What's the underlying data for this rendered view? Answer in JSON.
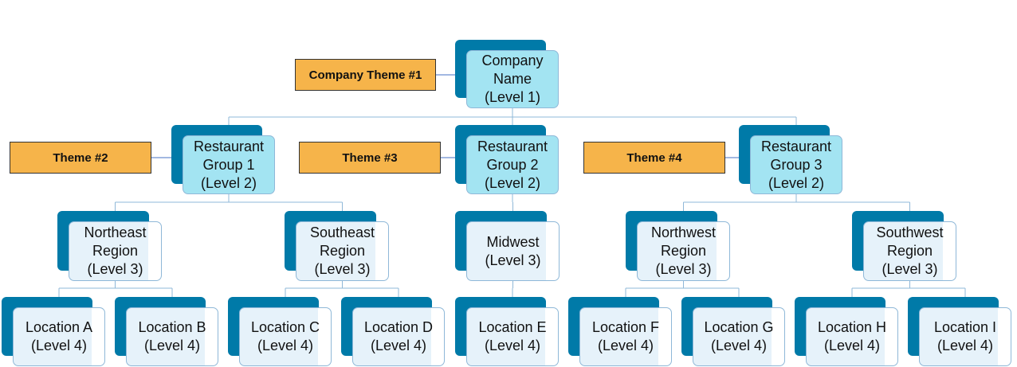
{
  "colors": {
    "shadow": "#007aa8",
    "cyan_fill": "#a3e4f2",
    "light_fill": "#ffffff",
    "light_tint": "#e6f2fa",
    "connector": "#8fb8d8",
    "theme_fill": "#f6b44a",
    "arrow": "#4472c4"
  },
  "company": {
    "lines": [
      "Company",
      "Name",
      "(Level 1)"
    ]
  },
  "themes": {
    "t1": "Company Theme #1",
    "t2": "Theme #2",
    "t3": "Theme #3",
    "t4": "Theme #4"
  },
  "groups": [
    {
      "lines": [
        "Restaurant",
        "Group 1",
        "(Level 2)"
      ]
    },
    {
      "lines": [
        "Restaurant",
        "Group 2",
        "(Level 2)"
      ]
    },
    {
      "lines": [
        "Restaurant",
        "Group 3",
        "(Level 2)"
      ]
    }
  ],
  "regions": [
    {
      "lines": [
        "Northeast",
        "Region",
        "(Level 3)"
      ]
    },
    {
      "lines": [
        "Southeast",
        "Region",
        "(Level 3)"
      ]
    },
    {
      "lines": [
        "Midwest",
        "(Level 3)"
      ]
    },
    {
      "lines": [
        "Northwest",
        "Region",
        "(Level 3)"
      ]
    },
    {
      "lines": [
        "Southwest",
        "Region",
        "(Level 3)"
      ]
    }
  ],
  "locations": [
    {
      "lines": [
        "Location A",
        "(Level 4)"
      ]
    },
    {
      "lines": [
        "Location B",
        "(Level 4)"
      ]
    },
    {
      "lines": [
        "Location C",
        "(Level 4)"
      ]
    },
    {
      "lines": [
        "Location D",
        "(Level 4)"
      ]
    },
    {
      "lines": [
        "Location E",
        "(Level 4)"
      ]
    },
    {
      "lines": [
        "Location F",
        "(Level 4)"
      ]
    },
    {
      "lines": [
        "Location G",
        "(Level 4)"
      ]
    },
    {
      "lines": [
        "Location H",
        "(Level 4)"
      ]
    },
    {
      "lines": [
        "Location I",
        "(Level 4)"
      ]
    }
  ]
}
